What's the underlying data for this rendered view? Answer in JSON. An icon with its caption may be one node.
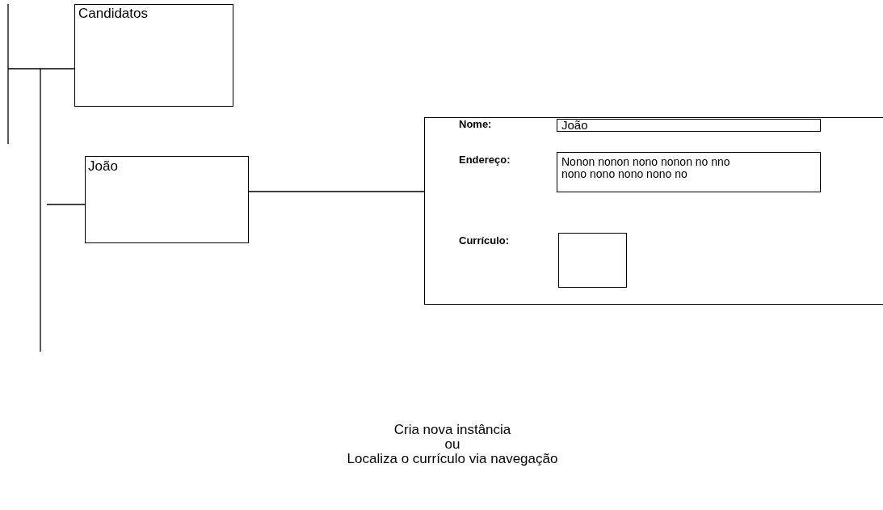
{
  "diagram": {
    "nodes": [
      {
        "text": [
          "Candidatos"
        ]
      },
      {
        "text": [
          "João"
        ]
      },
      {
        "text": [],
        "shape": "box"
      },
      {
        "text": [
          "João"
        ],
        "in": 2
      },
      {
        "text": [
          "Nonon nonon nono nonon no nno nono nono nono nono no"
        ],
        "in": 2
      },
      {
        "text": [],
        "shape": "box",
        "in": 2
      }
    ],
    "edges": [
      {
        "from": null,
        "to": 0,
        "arrow": "none"
      },
      {
        "from": null,
        "to": 1,
        "arrow": "none"
      },
      {
        "from": 1,
        "to": 2,
        "arrow": "none"
      }
    ],
    "labels": [
      "Nome:",
      "Endereço:",
      "Currículo:",
      "Cria nova instância",
      "ou",
      "Localiza o currículo via navegação"
    ]
  }
}
